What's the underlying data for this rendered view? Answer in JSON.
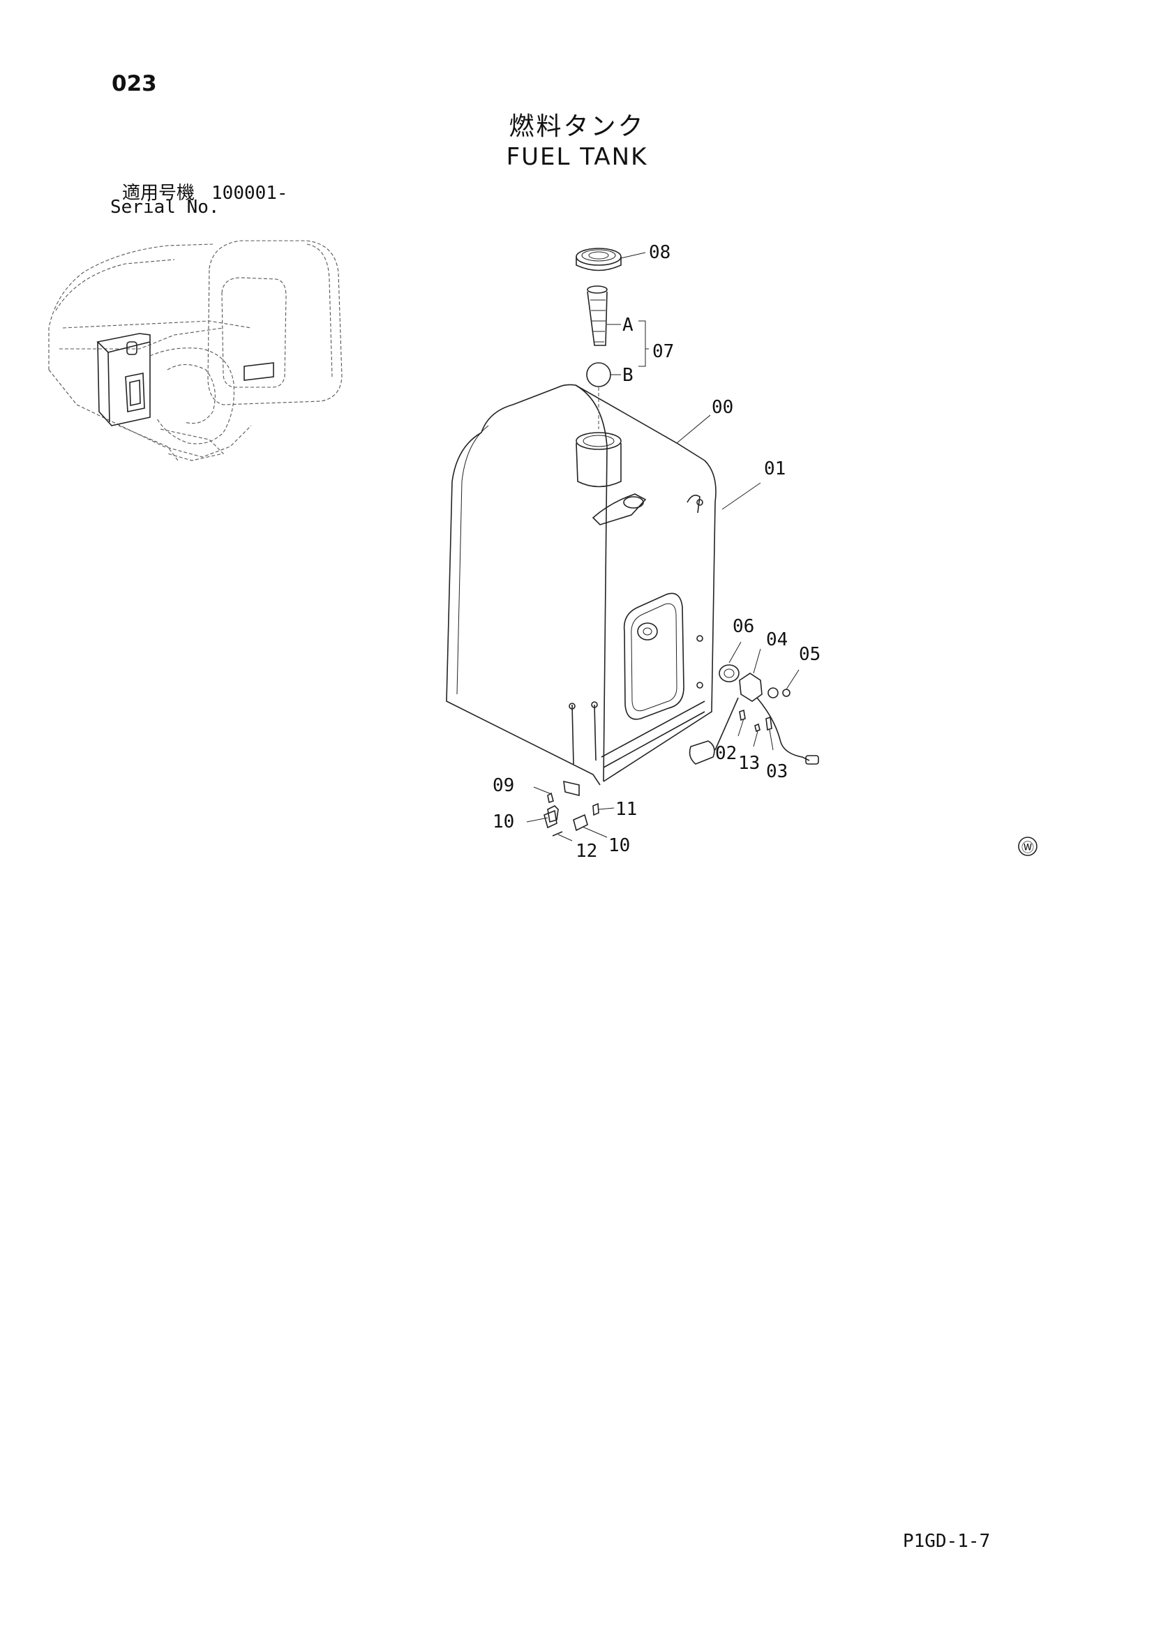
{
  "header": {
    "page_number": "023",
    "title_jp": "燃料タンク",
    "title_en": "FUEL TANK",
    "serial_label_jp": "適用号機",
    "serial_value": "100001-",
    "serial_label_en": "Serial No."
  },
  "callouts": {
    "c00": "00",
    "c01": "01",
    "c02": "02",
    "c03": "03",
    "c04": "04",
    "c05": "05",
    "c06": "06",
    "c07": "07",
    "c08": "08",
    "c09": "09",
    "c10a": "10",
    "c10b": "10",
    "c11": "11",
    "c12": "12",
    "c13": "13",
    "cA": "A",
    "cB": "B"
  },
  "footer": {
    "mark": "Ⓦ",
    "code": "P1GD-1-7"
  }
}
